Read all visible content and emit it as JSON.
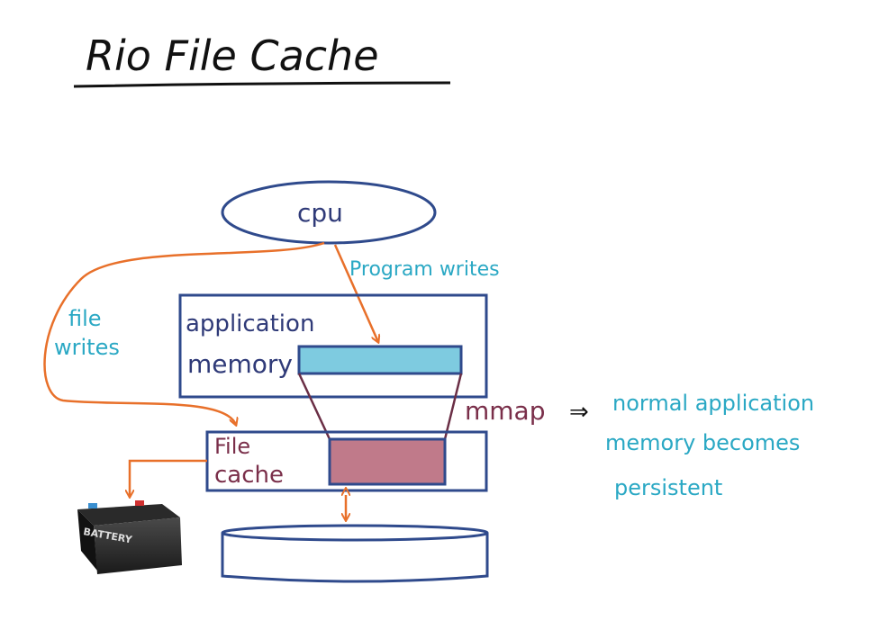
{
  "title": "Rio File Cache",
  "cpu_label": "cpu",
  "program_writes_label": "Program writes",
  "file_writes_label": [
    "file",
    "writes"
  ],
  "application_memory_label": [
    "application",
    "memory"
  ],
  "file_cache_label": [
    "File",
    "cache"
  ],
  "mmap_label": "mmap",
  "mmap_arrow": "⇒",
  "persistent_note": [
    "normal application",
    "memory becomes",
    "persistent"
  ],
  "battery_label": "BATTERY",
  "colors": {
    "box_outline": "#2f4a8c",
    "app_region_fill": "#7ecbe0",
    "cache_region_fill": "#c07a8a",
    "orange_arrow": "#e8702a",
    "mmap_lines": "#6a2e45",
    "teal_text": "#2aa8c4",
    "navy_text": "#2f3a78"
  }
}
